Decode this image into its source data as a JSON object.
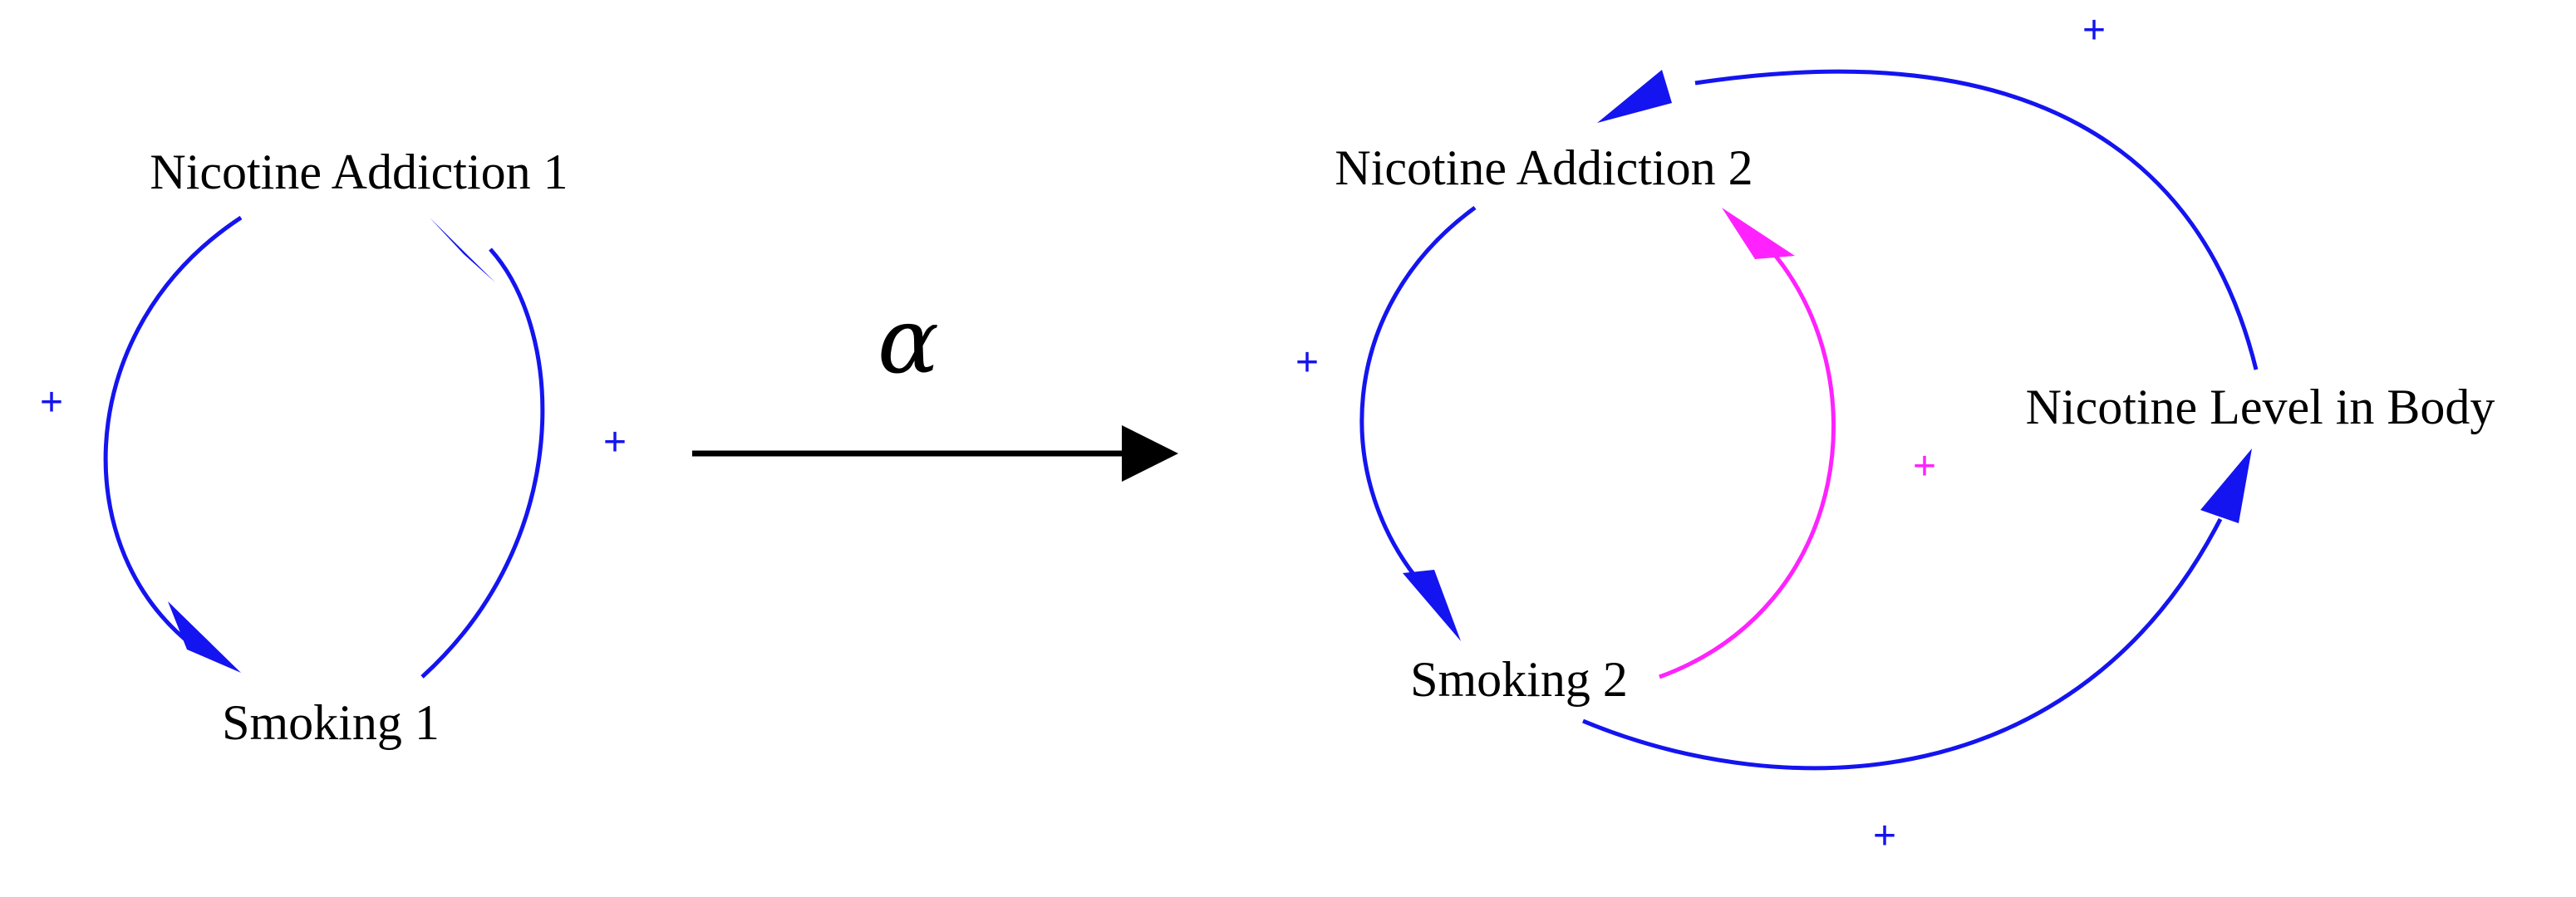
{
  "colors": {
    "link": "#1414f0",
    "highlight_link": "#ff22ff",
    "transform_arrow": "#000000"
  },
  "left_diagram": {
    "nodes": {
      "addiction": "Nicotine Addiction 1",
      "smoking": "Smoking 1"
    },
    "polarities": {
      "addiction_to_smoking": "+",
      "smoking_to_addiction": "+"
    }
  },
  "transform": {
    "symbol": "α"
  },
  "right_diagram": {
    "nodes": {
      "addiction": "Nicotine Addiction 2",
      "smoking": "Smoking 2",
      "nicotine_level": "Nicotine Level in Body"
    },
    "polarities": {
      "addiction_to_smoking": "+",
      "smoking_to_addiction": "+",
      "smoking_to_level": "+",
      "level_to_addiction": "+"
    }
  }
}
